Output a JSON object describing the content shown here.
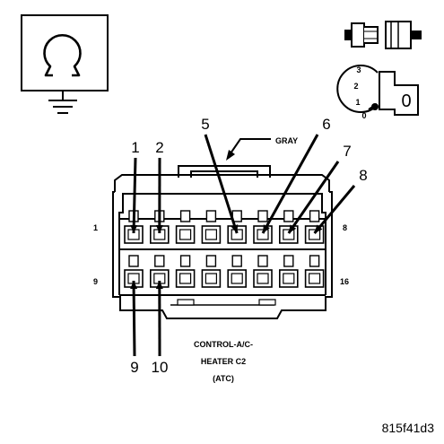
{
  "symbols": {
    "meter_icon": "ohmmeter-ground-icon",
    "key_icon": "ignition-key-icon",
    "key_positions": [
      "3",
      "2",
      "1",
      "0"
    ],
    "key_face_label": "0"
  },
  "connector": {
    "wire_color_label": "GRAY",
    "row_edge_labels": {
      "top_left": "1",
      "top_right": "8",
      "bottom_left": "9",
      "bottom_right": "16"
    },
    "title_lines": [
      "CONTROL-A/C-",
      "HEATER C2",
      "(ATC)"
    ],
    "callouts": [
      {
        "pin": "1",
        "row": "top",
        "column": 1
      },
      {
        "pin": "2",
        "row": "top",
        "column": 2
      },
      {
        "pin": "5",
        "row": "top",
        "column": 5
      },
      {
        "pin": "6",
        "row": "top",
        "column": 6
      },
      {
        "pin": "7",
        "row": "top",
        "column": 7
      },
      {
        "pin": "8",
        "row": "top",
        "column": 8
      },
      {
        "pin": "9",
        "row": "bottom",
        "column": 1
      },
      {
        "pin": "10",
        "row": "bottom",
        "column": 2
      }
    ]
  },
  "figure_id": "815f41d3"
}
